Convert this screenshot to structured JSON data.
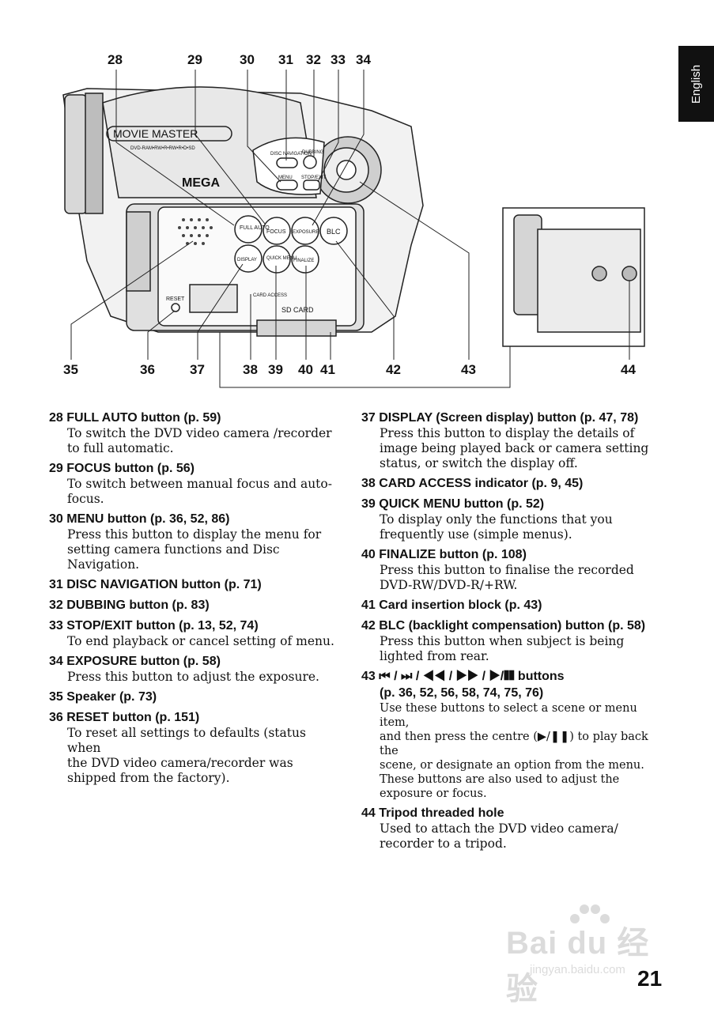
{
  "side_tab": "English",
  "diagram": {
    "callouts_top": [
      "28",
      "29",
      "30",
      "31",
      "32",
      "33",
      "34"
    ],
    "callouts_bottom": [
      "35",
      "36",
      "37",
      "38",
      "39",
      "40",
      "41",
      "42",
      "43",
      "44"
    ],
    "camera_text": {
      "brand": "MOVIE MASTER",
      "media": "DVD-RAM•RW•R•RW•R•D•SD",
      "mega": "MEGA",
      "disc_nav": "DISC NAVIGATION",
      "dubbing": "DUBBING",
      "menu": "MENU",
      "stop_exit": "STOP/EXIT",
      "full_auto": "FULL AUTO",
      "focus": "FOCUS",
      "exposure": "EXPOSURE",
      "blc": "BLC",
      "display": "DISPLAY",
      "quick_menu": "QUICK MENU",
      "finalize": "FINALIZE",
      "reset": "RESET",
      "card_access": "CARD ACCESS",
      "sd_card": "SD CARD"
    }
  },
  "left_entries": [
    {
      "title": "28 FULL AUTO button (p. 59)",
      "desc": [
        "To switch the DVD video camera /recorder",
        "to full automatic."
      ]
    },
    {
      "title": "29 FOCUS button (p. 56)",
      "desc": [
        "To switch between manual focus and auto-",
        "focus."
      ]
    },
    {
      "title": "30 MENU button (p. 36, 52, 86)",
      "desc": [
        "Press this button to display the menu for",
        "setting camera functions and Disc",
        "Navigation."
      ]
    },
    {
      "title": "31 DISC NAVIGATION button (p. 71)",
      "desc": []
    },
    {
      "title": "32 DUBBING button (p. 83)",
      "desc": []
    },
    {
      "title": "33 STOP/EXIT button (p. 13, 52, 74)",
      "desc": [
        "To end playback or cancel setting of menu."
      ]
    },
    {
      "title": "34 EXPOSURE button (p. 58)",
      "desc": [
        "Press this button to adjust the exposure."
      ]
    },
    {
      "title": "35 Speaker (p. 73)",
      "desc": []
    },
    {
      "title": "36 RESET button (p. 151)",
      "desc": [
        "To reset all settings to defaults (status when",
        "the DVD video camera/recorder was",
        "shipped from the factory)."
      ]
    }
  ],
  "right_entries": [
    {
      "title": "37 DISPLAY (Screen display) button (p. 47, 78)",
      "desc": [
        "Press this button to display the details of",
        "image being played back or camera setting",
        "status, or switch the display off."
      ]
    },
    {
      "title": "38 CARD ACCESS indicator (p. 9, 45)",
      "desc": []
    },
    {
      "title": "39 QUICK MENU button (p. 52)",
      "desc": [
        "To display only the functions that you",
        "frequently use (simple menus)."
      ]
    },
    {
      "title": "40 FINALIZE button (p. 108)",
      "desc": [
        "Press this button to finalise the recorded",
        "DVD-RW/DVD-R/+RW."
      ]
    },
    {
      "title": "41 Card insertion block (p. 43)",
      "desc": []
    },
    {
      "title": "42 BLC (backlight compensation) button (p. 58)",
      "desc": [
        "Press this button when subject is being",
        "lighted from rear."
      ]
    },
    {
      "title": "43 ⏮ / ⏭ / ◀◀ / ▶▶ / ▶/❚❚ buttons",
      "title2": "(p. 36, 52, 56, 58, 74, 75, 76)",
      "small": true,
      "desc": [
        "Use these buttons to select a scene or menu item,",
        "and then press the centre (▶/❚❚) to play back the",
        "scene, or designate an option from the menu.",
        "These buttons are also used to adjust the",
        "exposure or focus."
      ]
    },
    {
      "title": "44 Tripod threaded hole",
      "desc": [
        "Used to attach the DVD video camera/",
        "recorder to a tripod."
      ]
    }
  ],
  "page_number": "21",
  "watermark": {
    "logo": "Bai du 经验",
    "url": "jingyan.baidu.com"
  }
}
